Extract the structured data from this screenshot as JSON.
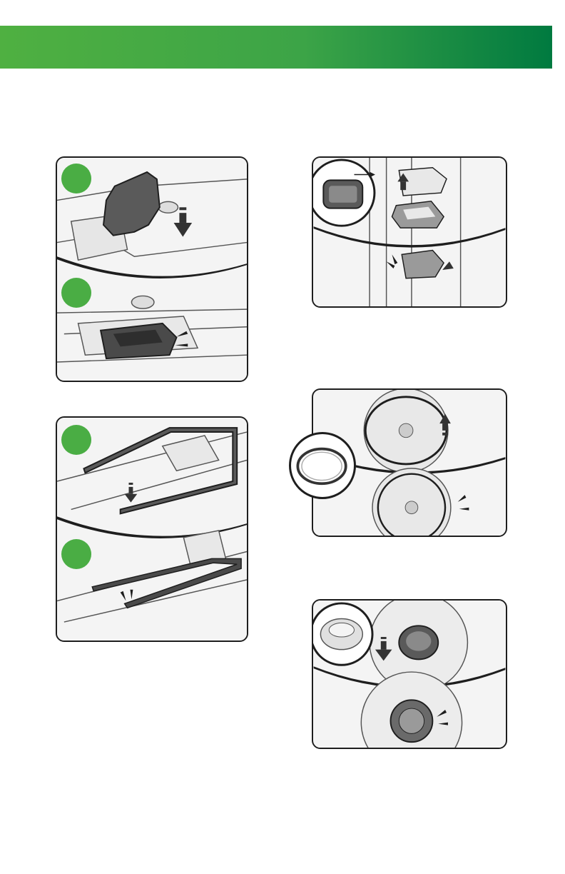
{
  "header": {
    "band_color_start": "#4fb041",
    "band_color_end": "#007a40"
  },
  "illustrations": [
    {
      "id": "clip-install",
      "steps": 2,
      "icons": [
        "down-arrow-icon",
        "click-marks-icon"
      ]
    },
    {
      "id": "bar-install",
      "steps": 2,
      "icons": [
        "down-arrow-icon",
        "click-marks-icon"
      ]
    },
    {
      "id": "filter-removal",
      "steps": 2,
      "icons": [
        "up-arrow-icon",
        "click-marks-icon",
        "magnifier-circle"
      ]
    },
    {
      "id": "seal-ring-install",
      "steps": 2,
      "icons": [
        "up-arrow-icon",
        "click-marks-icon",
        "magnifier-circle"
      ]
    },
    {
      "id": "valve-install",
      "steps": 2,
      "icons": [
        "down-arrow-icon",
        "click-marks-icon",
        "magnifier-circle"
      ]
    }
  ],
  "colors": {
    "accent": "#4aad44",
    "line": "#1e1e1e",
    "part": "#5a5a5a"
  }
}
